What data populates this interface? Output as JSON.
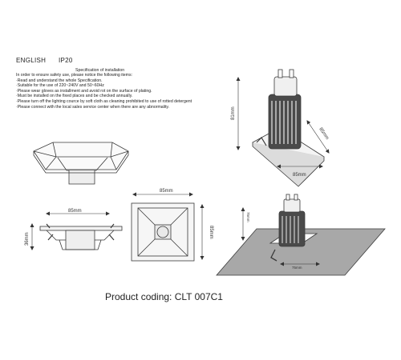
{
  "header": {
    "language": "ENGLISH",
    "ip_rating": "IP20"
  },
  "spec": {
    "title": "Specification of installation",
    "items": [
      "In order to ensure safety use, please notice the following items:",
      "·Read and understand the whole Specification.",
      "·Suitable for the use of 220~240V and 50~60Hz",
      "·Please wear gloves as installment and avoid rot on the surface of plating.",
      "·Must be installed on the fixed places and be checked annually.",
      "·Please turn off the lighting cource by soft cloth as cleaning prohibited to use of rotted detergent",
      "·Please connect with the local sales service center when there are any abnormality."
    ]
  },
  "dimensions": {
    "top_width": "85mm",
    "side_width": "85mm",
    "side_height": "36mm",
    "front_width": "85mm",
    "front_height": "85mm",
    "iso_height": "81mm",
    "iso_depth": "85mm",
    "iso_width": "85mm",
    "cutout_height": "75mm",
    "cutout_width": "75mm"
  },
  "product_coding": "Product coding: CLT 007C1",
  "colors": {
    "line": "#3a3a3a",
    "fixture_dark": "#4a4a4a",
    "ceiling_fill": "#a8a8a8"
  }
}
